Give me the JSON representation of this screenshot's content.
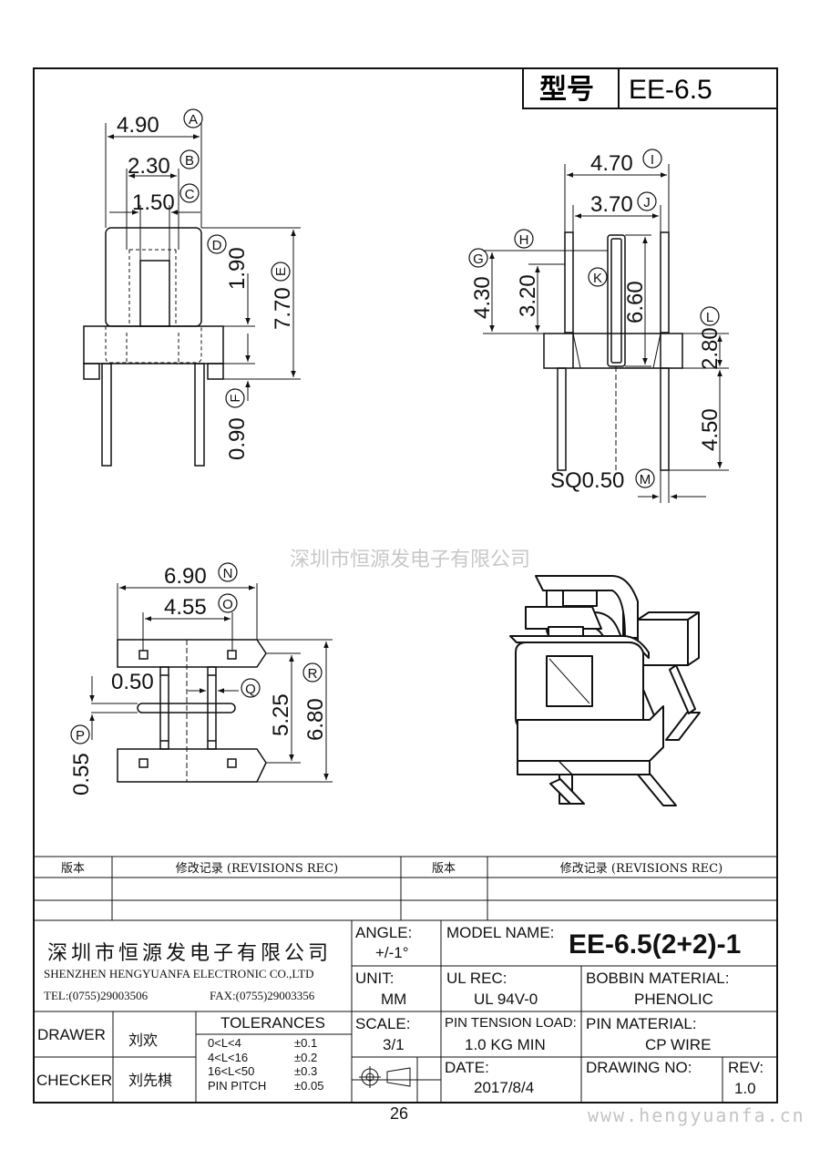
{
  "header": {
    "model_label": "型号",
    "model_value": "EE-6.5"
  },
  "dims": {
    "A": {
      "value": "4.90",
      "letter": "A"
    },
    "B": {
      "value": "2.30",
      "letter": "B"
    },
    "C": {
      "value": "1.50",
      "letter": "C"
    },
    "D": {
      "value": "1.90",
      "letter": "D"
    },
    "E": {
      "value": "7.70",
      "letter": "E"
    },
    "F": {
      "value": "0.90",
      "letter": "F"
    },
    "G": {
      "value": "4.30",
      "letter": "G"
    },
    "H": {
      "value": "3.20",
      "letter": "H"
    },
    "I": {
      "value": "4.70",
      "letter": "I"
    },
    "J": {
      "value": "3.70",
      "letter": "J"
    },
    "K": {
      "value": "6.60",
      "letter": "K"
    },
    "L": {
      "value": "2.80",
      "letter": "L"
    },
    "L2": {
      "value": "4.50"
    },
    "M": {
      "value": "SQ0.50",
      "letter": "M"
    },
    "N": {
      "value": "6.90",
      "letter": "N"
    },
    "O": {
      "value": "4.55",
      "letter": "O"
    },
    "P": {
      "value": "0.55",
      "letter": "P"
    },
    "Q": {
      "value": "0.50",
      "letter": "Q"
    },
    "Q2": {
      "value": "5.25"
    },
    "R": {
      "value": "6.80",
      "letter": "R"
    }
  },
  "watermark_center": "深圳市恒源发电子有限公司",
  "revisions": {
    "col1": "版本",
    "col2": "修改记录 (REVISIONS REC)",
    "col3": "版本",
    "col4": "修改记录 (REVISIONS REC)"
  },
  "company": {
    "name_cn": "深圳市恒源发电子有限公司",
    "name_en": "SHENZHEN HENGYUANFA ELECTRONIC CO.,LTD",
    "tel": "TEL:(0755)29003506",
    "fax": "FAX:(0755)29003356"
  },
  "title_block": {
    "angle_label": "ANGLE:",
    "angle_value": "+/-1°",
    "model_name_label": "MODEL NAME:",
    "model_name_value": "EE-6.5(2+2)-1",
    "unit_label": "UNIT:",
    "unit_value": "MM",
    "ul_rec_label": "UL REC:",
    "ul_rec_value": "UL 94V-0",
    "bobbin_label": "BOBBIN MATERIAL:",
    "bobbin_value": "PHENOLIC",
    "scale_label": "SCALE:",
    "scale_value": "3/1",
    "pin_tension_label": "PIN TENSION LOAD:",
    "pin_tension_value": "1.0 KG MIN",
    "pin_material_label": "PIN MATERIAL:",
    "pin_material_value": "CP WIRE",
    "date_label": "DATE:",
    "date_value": "2017/8/4",
    "drawing_no_label": "DRAWING NO:",
    "rev_label": "REV:",
    "rev_value": "1.0",
    "drawer_label": "DRAWER",
    "drawer_value": "刘欢",
    "checker_label": "CHECKER",
    "checker_value": "刘先棋",
    "tolerances_label": "TOLERANCES",
    "tolerances": [
      {
        "range": "0<L<4",
        "tol": "±0.1"
      },
      {
        "range": "4<L<16",
        "tol": "±0.2"
      },
      {
        "range": "16<L<50",
        "tol": "±0.3"
      },
      {
        "range": "PIN PITCH",
        "tol": "±0.05"
      }
    ]
  },
  "page_number": "26",
  "footer_url": "www.hengyuanfa.cn"
}
